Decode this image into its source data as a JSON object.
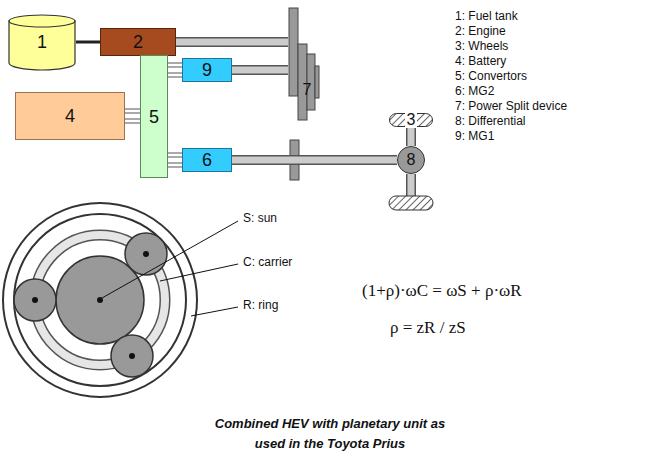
{
  "diagram": {
    "caption": "Combined HEV with planetary unit as used in the Toyota Prius",
    "nodes": [
      {
        "text": [
          "1"
        ]
      },
      {
        "text": [
          "2"
        ]
      },
      {
        "text": [
          "7"
        ]
      },
      {
        "text": [
          "9"
        ]
      },
      {
        "text": [
          "4"
        ]
      },
      {
        "text": [
          "5"
        ]
      },
      {
        "text": [
          "6"
        ]
      },
      {
        "text": [
          "3"
        ]
      },
      {
        "text": [
          "8"
        ]
      }
    ],
    "edges": [
      {
        "from": 0,
        "to": 1,
        "arrow": "none"
      },
      {
        "from": 1,
        "to": 2,
        "arrow": "none"
      },
      {
        "from": 3,
        "to": 2,
        "arrow": "none"
      },
      {
        "from": 4,
        "to": 5,
        "arrow": "none"
      },
      {
        "from": 5,
        "to": 3,
        "arrow": "none"
      },
      {
        "from": 5,
        "to": 6,
        "arrow": "none"
      },
      {
        "from": 6,
        "to": 8,
        "arrow": "none"
      },
      {
        "from": 8,
        "to": 7,
        "arrow": "none"
      }
    ],
    "labels": [
      "1: Fuel tank",
      "2: Engine",
      "3: Wheels",
      "4: Battery",
      "5: Convertors",
      "6: MG2",
      "7: Power Split device",
      "8: Differential",
      "9: MG1",
      "S: sun",
      "C: carrier",
      "R: ring",
      "(1+ρ)·ωC = ωS + ρ·ωR",
      "ρ = zR / zS"
    ]
  }
}
